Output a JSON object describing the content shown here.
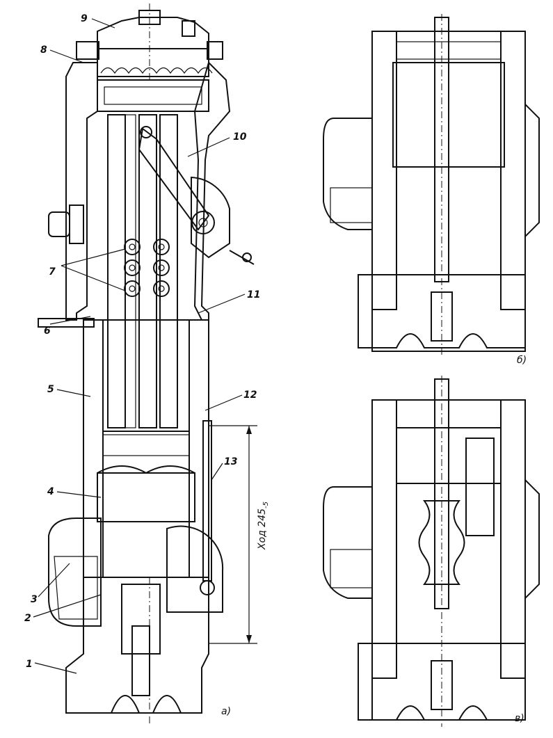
{
  "figure": {
    "subfigures": [
      {
        "key": "a",
        "label": "a)"
      },
      {
        "key": "b",
        "label": "б)"
      },
      {
        "key": "c",
        "label": "в)"
      }
    ],
    "callouts": [
      "1",
      "2",
      "3",
      "4",
      "5",
      "6",
      "7",
      "8",
      "9",
      "10",
      "11",
      "12",
      "13"
    ],
    "stroke_dimension": "Ход 245",
    "stroke_dimension_sub": "-5"
  },
  "colors": {
    "ink": "#111111",
    "hatch": "#111111",
    "paper": "#ffffff"
  }
}
